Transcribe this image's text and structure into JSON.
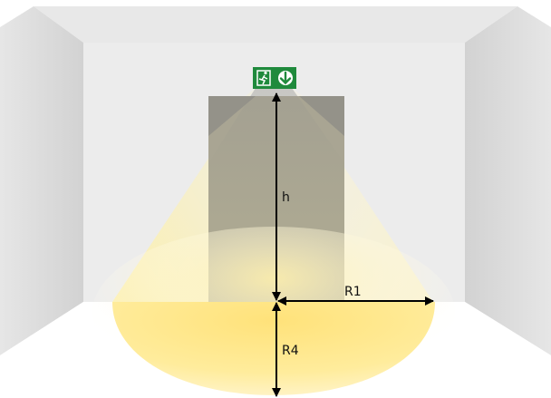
{
  "labels": {
    "height": "h",
    "radius_side": "R1",
    "radius_front": "R4"
  },
  "sign": {
    "icon_left": "running-man-exit-icon",
    "icon_right": "arrow-down-icon",
    "color": "#1f8a3c"
  },
  "colors": {
    "light": "#ffe680",
    "door": "#a8a493",
    "wall_back": "#ececec",
    "wall_side": "#d9d9d9",
    "ceiling": "#e4e4e4",
    "arrows": "#000000"
  }
}
